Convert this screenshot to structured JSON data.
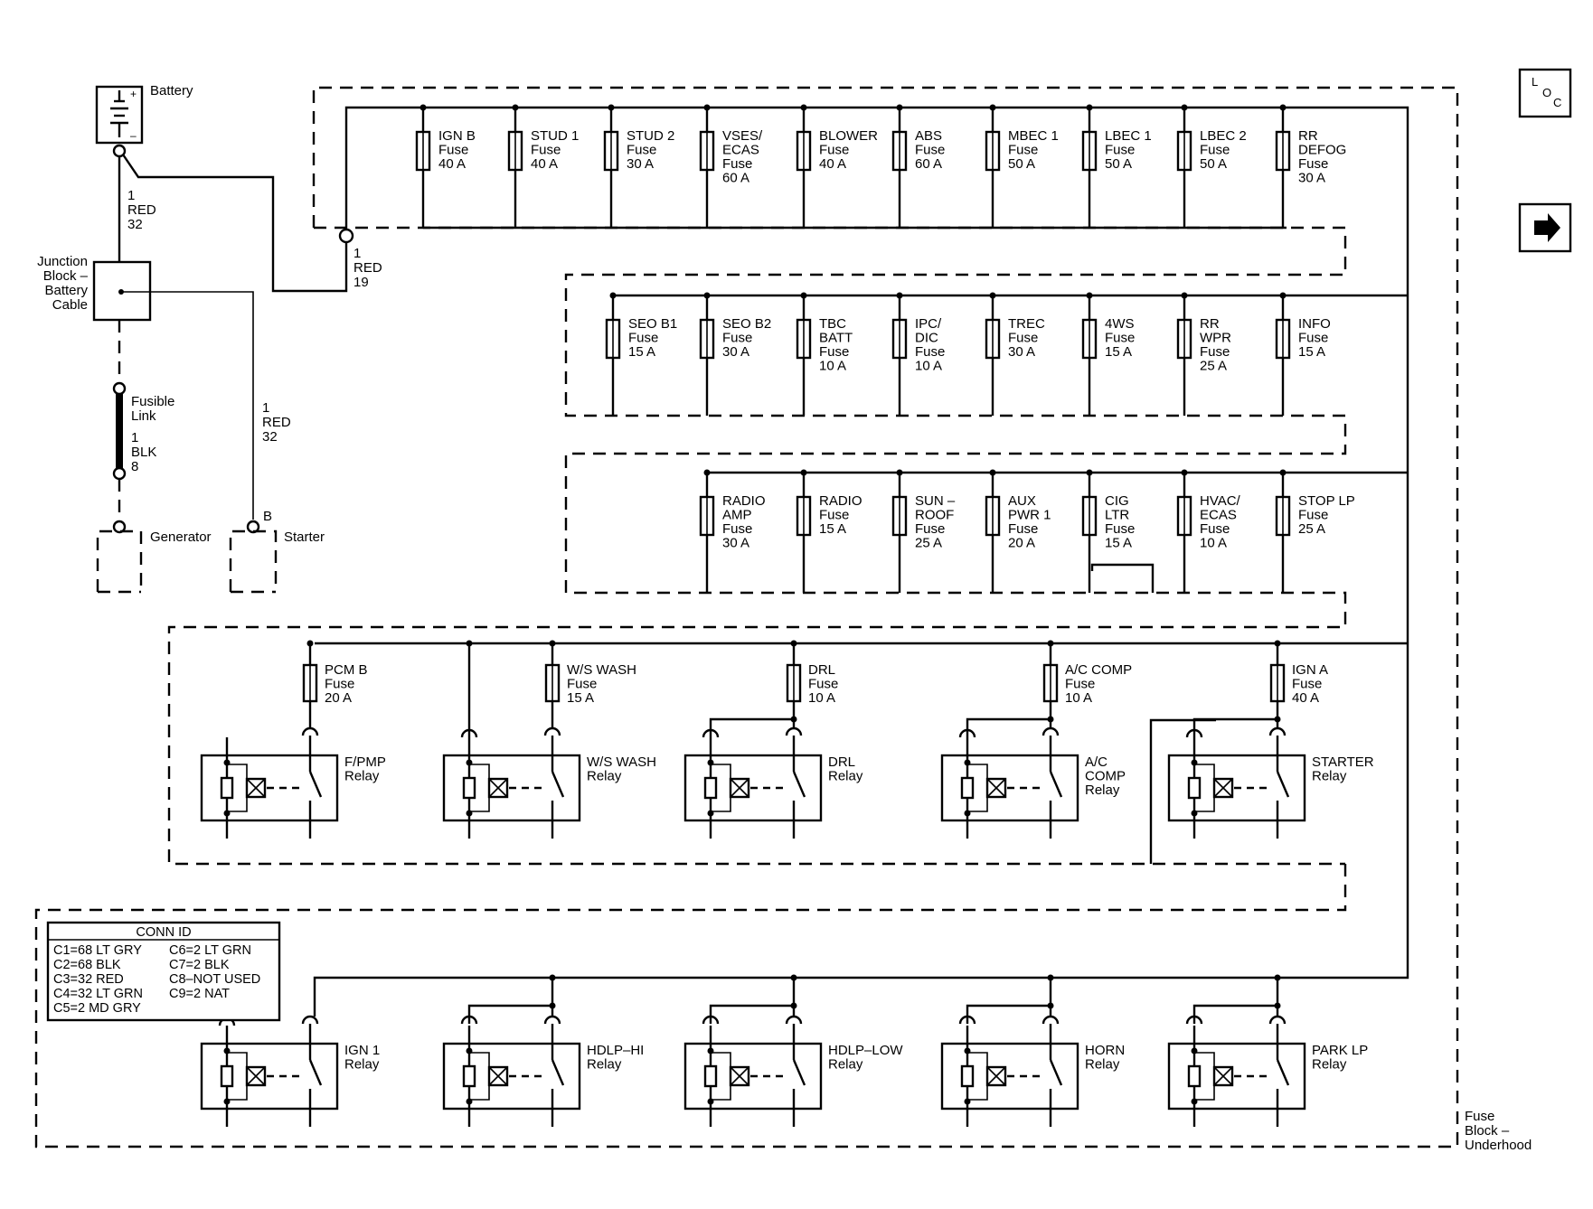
{
  "battery": {
    "label": "Battery",
    "plus": "+",
    "minus": "–"
  },
  "battery_wire": {
    "gauge": "1",
    "color": "RED",
    "circuit": "32"
  },
  "junction_block": {
    "lines": [
      "Junction",
      "Block –",
      "Battery",
      "Cable"
    ]
  },
  "feed_wire": {
    "gauge": "1",
    "color": "RED",
    "circuit": "19"
  },
  "fusible_link": {
    "lines": [
      "Fusible",
      "Link"
    ],
    "gauge": "1",
    "color": "BLK",
    "circuit": "8"
  },
  "starter_wire": {
    "gauge": "1",
    "color": "RED",
    "circuit": "32"
  },
  "generator": {
    "label": "Generator"
  },
  "starter": {
    "label": "Starter",
    "terminal": "B"
  },
  "loc_icon": {
    "letters": [
      "L",
      "O",
      "C"
    ]
  },
  "nav_arrow": {
    "glyph": "➜"
  },
  "fuse_row1": [
    {
      "lines": [
        "IGN B",
        "Fuse",
        "40 A"
      ]
    },
    {
      "lines": [
        "STUD 1",
        "Fuse",
        "40 A"
      ]
    },
    {
      "lines": [
        "STUD 2",
        "Fuse",
        "30 A"
      ]
    },
    {
      "lines": [
        "VSES/",
        "ECAS",
        "Fuse",
        "60 A"
      ]
    },
    {
      "lines": [
        "BLOWER",
        "Fuse",
        "40 A"
      ]
    },
    {
      "lines": [
        "ABS",
        "Fuse",
        "60 A"
      ]
    },
    {
      "lines": [
        "MBEC 1",
        "Fuse",
        "50 A"
      ]
    },
    {
      "lines": [
        "LBEC 1",
        "Fuse",
        "50 A"
      ]
    },
    {
      "lines": [
        "LBEC 2",
        "Fuse",
        "50 A"
      ]
    },
    {
      "lines": [
        "RR",
        "DEFOG",
        "Fuse",
        "30 A"
      ]
    }
  ],
  "fuse_row2": [
    {
      "lines": [
        "SEO B1",
        "Fuse",
        "15 A"
      ]
    },
    {
      "lines": [
        "SEO B2",
        "Fuse",
        "30 A"
      ]
    },
    {
      "lines": [
        "TBC",
        "BATT",
        "Fuse",
        "10 A"
      ]
    },
    {
      "lines": [
        "IPC/",
        "DIC",
        "Fuse",
        "10 A"
      ]
    },
    {
      "lines": [
        "TREC",
        "Fuse",
        "30 A"
      ]
    },
    {
      "lines": [
        "4WS",
        "Fuse",
        "15 A"
      ]
    },
    {
      "lines": [
        "RR",
        "WPR",
        "Fuse",
        "25 A"
      ]
    },
    {
      "lines": [
        "INFO",
        "Fuse",
        "15 A"
      ]
    }
  ],
  "fuse_row3": [
    {
      "lines": [
        "RADIO",
        "AMP",
        "Fuse",
        "30 A"
      ]
    },
    {
      "lines": [
        "RADIO",
        "Fuse",
        "15 A"
      ]
    },
    {
      "lines": [
        "SUN –",
        "ROOF",
        "Fuse",
        "25 A"
      ]
    },
    {
      "lines": [
        "AUX",
        "PWR 1",
        "Fuse",
        "20 A"
      ]
    },
    {
      "lines": [
        "CIG",
        "LTR",
        "Fuse",
        "15 A"
      ]
    },
    {
      "lines": [
        "HVAC/",
        "ECAS",
        "Fuse",
        "10 A"
      ]
    },
    {
      "lines": [
        "STOP LP",
        "Fuse",
        "25 A"
      ]
    }
  ],
  "relay_row1": [
    {
      "fuse": [
        "PCM B",
        "Fuse",
        "20 A"
      ],
      "relay": [
        "F/PMP",
        "Relay"
      ]
    },
    {
      "fuse": [
        "W/S WASH",
        "Fuse",
        "15 A"
      ],
      "relay": [
        "W/S WASH",
        "Relay"
      ]
    },
    {
      "fuse": [
        "DRL",
        "Fuse",
        "10 A"
      ],
      "relay": [
        "DRL",
        "Relay"
      ]
    },
    {
      "fuse": [
        "A/C COMP",
        "Fuse",
        "10 A"
      ],
      "relay": [
        "A/C",
        "COMP",
        "Relay"
      ]
    },
    {
      "fuse": [
        "IGN A",
        "Fuse",
        "40 A"
      ],
      "relay": [
        "STARTER",
        "Relay"
      ]
    }
  ],
  "relay_row2": [
    {
      "relay": [
        "IGN 1",
        "Relay"
      ]
    },
    {
      "relay": [
        "HDLP–HI",
        "Relay"
      ]
    },
    {
      "relay": [
        "HDLP–LOW",
        "Relay"
      ]
    },
    {
      "relay": [
        "HORN",
        "Relay"
      ]
    },
    {
      "relay": [
        "PARK LP",
        "Relay"
      ]
    }
  ],
  "conn_id": {
    "title": "CONN ID",
    "left": [
      "C1=68 LT GRY",
      "C2=68 BLK",
      "C3=32 RED",
      "C4=32 LT GRN",
      "C5=2 MD GRY"
    ],
    "right": [
      "C6=2 LT GRN",
      "C7=2 BLK",
      "C8–NOT USED",
      "C9=2 NAT"
    ]
  },
  "fuse_block_label": {
    "lines": [
      "Fuse",
      "Block –",
      "Underhood"
    ]
  }
}
